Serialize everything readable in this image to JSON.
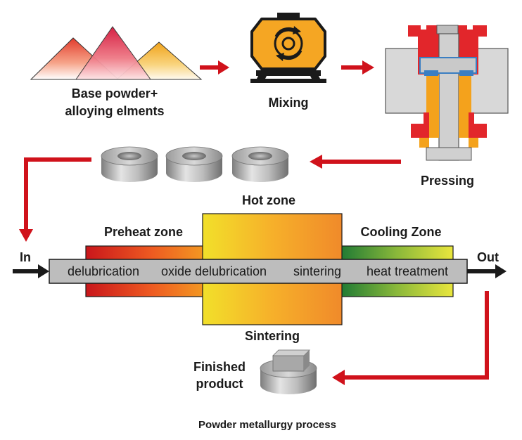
{
  "labels": {
    "base_powder_line1": "Base powder+",
    "base_powder_line2": "alloying elments",
    "mixing": "Mixing",
    "pressing": "Pressing",
    "hot_zone": "Hot zone",
    "preheat_zone": "Preheat zone",
    "cooling_zone": "Cooling Zone",
    "in": "In",
    "out": "Out",
    "sintering": "Sintering",
    "finished_line1": "Finished",
    "finished_line2": "product",
    "caption": "Powder metallurgy process"
  },
  "belt_segments": [
    "delubrication",
    "oxide delubrication",
    "sintering",
    "heat treatment"
  ],
  "colors": {
    "arrow_red": "#d0121b",
    "belt_gray": "#bdbdbd",
    "press_red": "#e2262b",
    "press_orange": "#f4a21c",
    "press_blue": "#3a7ec2",
    "mixer_orange": "#f5a623"
  }
}
